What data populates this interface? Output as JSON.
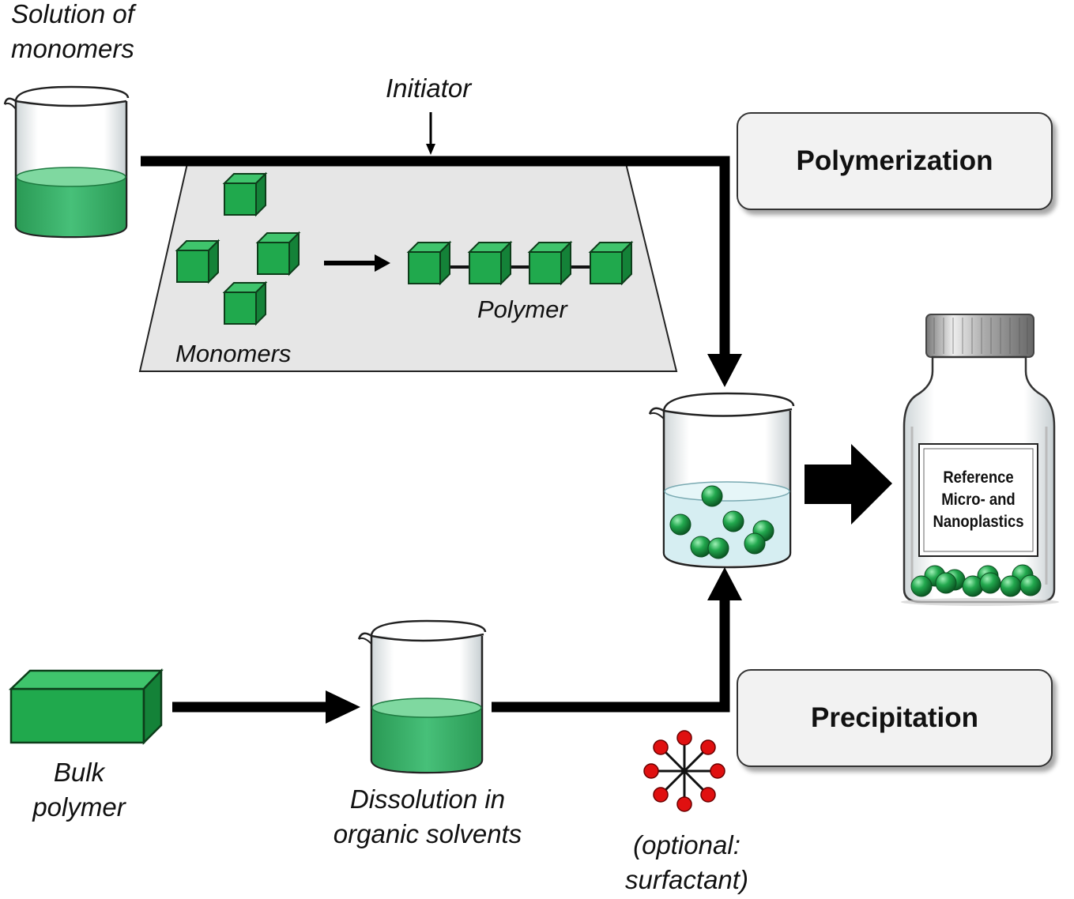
{
  "labels": {
    "solution_of_monomers": "Solution  of\nmonomers",
    "initiator": "Initiator",
    "monomers": "Monomers",
    "polymer": "Polymer",
    "bulk_polymer": "Bulk\npolymer",
    "dissolution": "Dissolution  in\norganic  solvents",
    "surfactant": "(optional:\nsurfactant)"
  },
  "boxes": {
    "polymerization": "Polymerization",
    "precipitation": "Precipitation"
  },
  "bottle": {
    "label": "Reference\nMicro- and\nNanoplastics"
  },
  "colors": {
    "green": "#1fa64c",
    "green_dark": "#0f6e2c",
    "liquid_green": "#37b466",
    "surfactant_red": "#e01010",
    "panel_gray": "#e6e6e6"
  }
}
